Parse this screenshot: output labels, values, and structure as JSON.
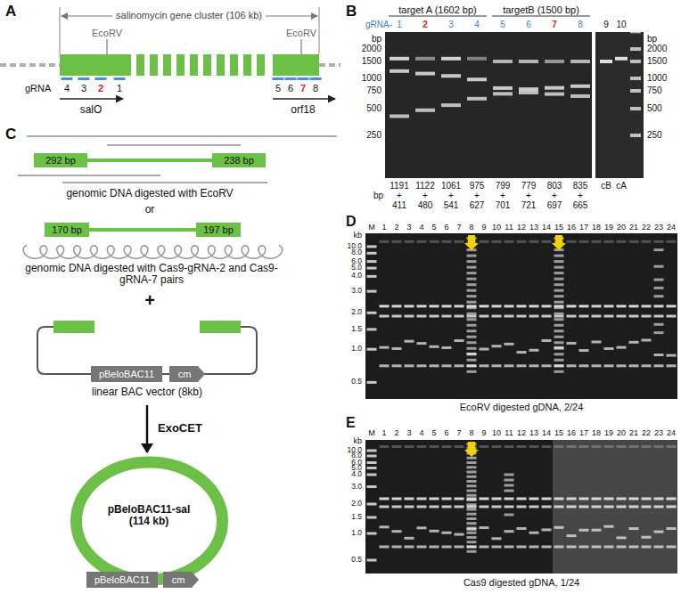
{
  "diagram": {
    "nodes": [
      {
        "text": [
          "292 bp"
        ]
      },
      {
        "text": [
          "238 bp"
        ]
      },
      {
        "text": [
          "170 bp"
        ]
      },
      {
        "text": [
          "197 bp"
        ]
      },
      {
        "text": [
          "linear BAC vector (8kb)"
        ]
      },
      {
        "text": [
          "pBeloBAC11"
        ],
        "in": 4
      },
      {
        "text": [
          "cm"
        ],
        "in": 4
      },
      {
        "text": [
          "pBeloBAC11-sal (114 kb)"
        ]
      },
      {
        "text": [
          "pBeloBAC11"
        ],
        "in": 7
      },
      {
        "text": [
          "cm"
        ],
        "in": 7
      }
    ],
    "edges": [
      {
        "from": 4,
        "to": 7,
        "arrow": "to",
        "label": "ExoCET"
      }
    ],
    "labels": [
      "A",
      "salinomycin gene cluster (106 kb)",
      "EcoRV",
      "EcoRV",
      "gRNA",
      "4",
      "3",
      "2",
      "1",
      "5",
      "6",
      "7",
      "8",
      "salO",
      "orf18",
      "B",
      "target A (1602 bp)",
      "targetB (1500 bp)",
      "gRNA-",
      "1",
      "2",
      "3",
      "4",
      "5",
      "6",
      "7",
      "8",
      "9",
      "10",
      "bp",
      "2000",
      "1500",
      "1000",
      "750",
      "500",
      "250",
      "bp",
      "2000",
      "1500",
      "1000",
      "750",
      "500",
      "250",
      "1191 + 411",
      "1122 + 480",
      "1061 + 541",
      "975 + 627",
      "799 + 701",
      "779 + 721",
      "803 + 697",
      "835 + 665",
      "bp",
      "cB",
      "cA",
      "C",
      "genomic DNA digested with EcoRV",
      "or",
      "genomic DNA digested with Cas9-gRNA-2 and Cas9-gRNA-7 pairs",
      "+",
      "D",
      "M",
      "1",
      "2",
      "3",
      "4",
      "5",
      "6",
      "7",
      "8",
      "9",
      "10",
      "11",
      "12",
      "13",
      "14",
      "15",
      "16",
      "17",
      "18",
      "19",
      "20",
      "21",
      "22",
      "23",
      "24",
      "kb",
      "10.0",
      "8.0",
      "6.0",
      "5.0",
      "4.0",
      "3.0",
      "2.0",
      "1.5",
      "1.0",
      "0.5",
      "EcoRV digested gDNA, 2/24",
      "E",
      "M",
      "1",
      "2",
      "3",
      "4",
      "5",
      "6",
      "7",
      "8",
      "9",
      "10",
      "11",
      "12",
      "13",
      "14",
      "15",
      "16",
      "17",
      "18",
      "19",
      "20",
      "21",
      "22",
      "23",
      "24",
      "kb",
      "10.0",
      "8.0",
      "6.0",
      "5.0",
      "4.0",
      "3.0",
      "2.0",
      "1.5",
      "1.0",
      "0.5",
      "Cas9 digested gDNA, 1/24"
    ]
  }
}
